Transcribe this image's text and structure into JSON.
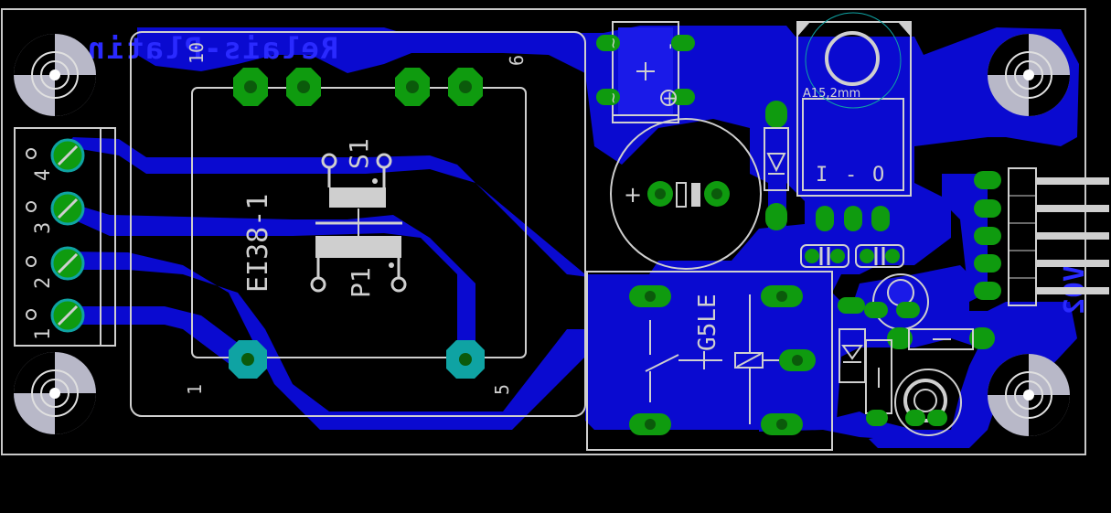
{
  "board": {
    "mirrored_title": "Relais-Platine",
    "mirrored_version": "V02",
    "colors": {
      "background": "#000000",
      "board_outline": "#c8c8c8",
      "copper_bottom": "#0a0ad0",
      "copper_mirror_text": "#2a2aff",
      "pad": "#0f9b0f",
      "via": "#0fa3a3",
      "silkscreen": "#cfcfcf"
    }
  },
  "transformer": {
    "name": "EI38-1",
    "pin_10": "10",
    "pin_6": "6",
    "pin_1": "1",
    "pin_5": "5"
  },
  "switch": {
    "name": "S1"
  },
  "fuse": {
    "name": "P1"
  },
  "relay": {
    "name": "G5LE"
  },
  "regulator": {
    "heatsink_label": "A15,2mm",
    "pin_i": "I",
    "pin_g": "-",
    "pin_o": "O"
  },
  "bridge": {
    "plus": "+",
    "minus": "-",
    "ac1": "~",
    "ac2": "~"
  },
  "elko": {
    "plus": "+"
  },
  "terminal": {
    "pins": [
      "1",
      "2",
      "3",
      "4"
    ]
  }
}
